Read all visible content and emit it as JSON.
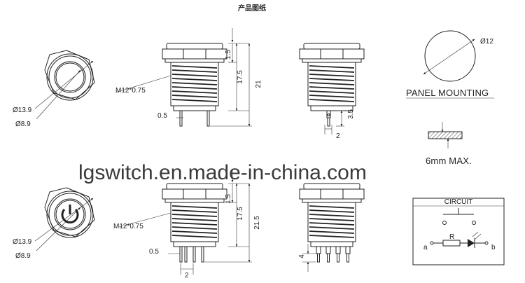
{
  "title": "产品图纸",
  "watermark": "lgswitch.en.made-in-china.com",
  "top_row": {
    "front": {
      "d_outer": "Ø13.9",
      "d_inner": "Ø8.9"
    },
    "side": {
      "thread": "M12*0.75",
      "pin_gap": "0.5",
      "h_head": "1.5",
      "h_thread": "17.5",
      "h_total": "21"
    },
    "back": {
      "pin_w": "2",
      "pin_h": "3.5"
    },
    "panel": {
      "hole": "Ø12",
      "label": "PANEL MOUNTING",
      "thickness": "6mm MAX."
    }
  },
  "bottom_row": {
    "front": {
      "d_outer": "Ø13.9",
      "d_inner": "Ø8.9",
      "symbol": "power-symbol"
    },
    "side": {
      "thread": "M12*0.75",
      "pin_gap": "0.5",
      "pin_w": "2",
      "h_head": "1.5",
      "h_thread": "17.5",
      "h_total": "21.5"
    },
    "back": {
      "pin_h": "4"
    },
    "circuit": {
      "title": "CIRCUIT",
      "node_a": "a",
      "node_b": "b",
      "resistor": "R"
    }
  }
}
